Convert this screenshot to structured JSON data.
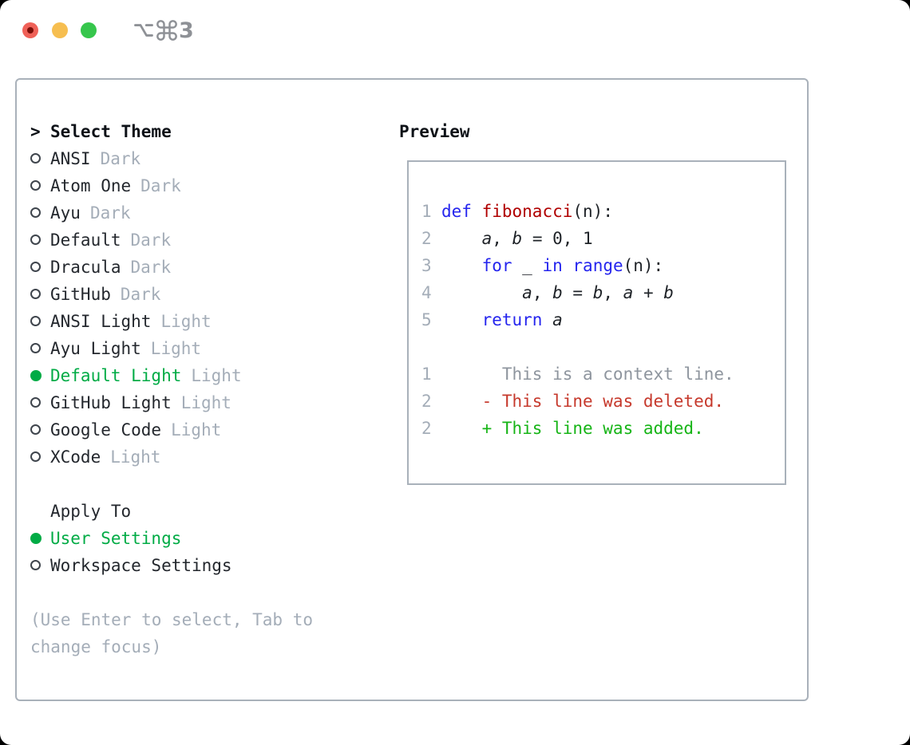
{
  "window": {
    "shortcut": {
      "modifiers": [
        "option",
        "command"
      ],
      "number": "3"
    },
    "traffic_lights": [
      "close",
      "minimize",
      "zoom"
    ]
  },
  "colors": {
    "accent_green": "#00ab45",
    "added_green": "#16b416",
    "deleted_red": "#c6392c",
    "keyword_blue": "#2525ee",
    "function_red": "#b00000",
    "muted_gray": "#a4adb8",
    "context_gray": "#8e959e",
    "border_gray": "#a9b1ba",
    "traffic_red": "#ef6158",
    "traffic_yellow": "#f6be50",
    "traffic_green": "#36c64c"
  },
  "theme_panel": {
    "cursor": ">",
    "header_label": "Select Theme",
    "themes": [
      {
        "name": "ANSI",
        "variant": "Dark",
        "selected": false
      },
      {
        "name": "Atom One",
        "variant": "Dark",
        "selected": false
      },
      {
        "name": "Ayu",
        "variant": "Dark",
        "selected": false
      },
      {
        "name": "Default",
        "variant": "Dark",
        "selected": false
      },
      {
        "name": "Dracula",
        "variant": "Dark",
        "selected": false
      },
      {
        "name": "GitHub",
        "variant": "Dark",
        "selected": false
      },
      {
        "name": "ANSI Light",
        "variant": "Light",
        "selected": false
      },
      {
        "name": "Ayu Light",
        "variant": "Light",
        "selected": false
      },
      {
        "name": "Default Light",
        "variant": "Light",
        "selected": true
      },
      {
        "name": "GitHub Light",
        "variant": "Light",
        "selected": false
      },
      {
        "name": "Google Code",
        "variant": "Light",
        "selected": false
      },
      {
        "name": "XCode",
        "variant": "Light",
        "selected": false
      }
    ],
    "apply_to": {
      "label": "Apply To",
      "options": [
        {
          "name": "User Settings",
          "selected": true
        },
        {
          "name": "Workspace Settings",
          "selected": false
        }
      ]
    },
    "help_lines": [
      "(Use Enter to select, Tab to",
      "change focus)"
    ]
  },
  "preview": {
    "label": "Preview",
    "lines": [
      {
        "num": "1",
        "tokens": [
          {
            "text": "def",
            "style": "kw"
          },
          {
            "text": " ",
            "style": "plain"
          },
          {
            "text": "fibonacci",
            "style": "fn"
          },
          {
            "text": "(n):",
            "style": "plain"
          }
        ]
      },
      {
        "num": "2",
        "tokens": [
          {
            "text": "    ",
            "style": "plain"
          },
          {
            "text": "a",
            "style": "var"
          },
          {
            "text": ", ",
            "style": "plain"
          },
          {
            "text": "b",
            "style": "var"
          },
          {
            "text": " = 0, 1",
            "style": "plain"
          }
        ]
      },
      {
        "num": "3",
        "tokens": [
          {
            "text": "    ",
            "style": "plain"
          },
          {
            "text": "for",
            "style": "kw"
          },
          {
            "text": " _ ",
            "style": "plain"
          },
          {
            "text": "in",
            "style": "kw"
          },
          {
            "text": " ",
            "style": "plain"
          },
          {
            "text": "range",
            "style": "kw"
          },
          {
            "text": "(n):",
            "style": "plain"
          }
        ]
      },
      {
        "num": "4",
        "tokens": [
          {
            "text": "        ",
            "style": "plain"
          },
          {
            "text": "a",
            "style": "var"
          },
          {
            "text": ", ",
            "style": "plain"
          },
          {
            "text": "b",
            "style": "var"
          },
          {
            "text": " = ",
            "style": "plain"
          },
          {
            "text": "b",
            "style": "var"
          },
          {
            "text": ", ",
            "style": "plain"
          },
          {
            "text": "a",
            "style": "var"
          },
          {
            "text": " + ",
            "style": "plain"
          },
          {
            "text": "b",
            "style": "var"
          }
        ]
      },
      {
        "num": "5",
        "tokens": [
          {
            "text": "    ",
            "style": "plain"
          },
          {
            "text": "return",
            "style": "kw"
          },
          {
            "text": " ",
            "style": "plain"
          },
          {
            "text": "a",
            "style": "var"
          }
        ]
      },
      {
        "num": "",
        "tokens": []
      },
      {
        "num": "1",
        "tokens": [
          {
            "text": "      This is a context line.",
            "style": "ctx"
          }
        ]
      },
      {
        "num": "2",
        "tokens": [
          {
            "text": "    - This line was deleted.",
            "style": "del"
          }
        ]
      },
      {
        "num": "2",
        "tokens": [
          {
            "text": "    + This line was added.",
            "style": "add"
          }
        ]
      }
    ]
  }
}
